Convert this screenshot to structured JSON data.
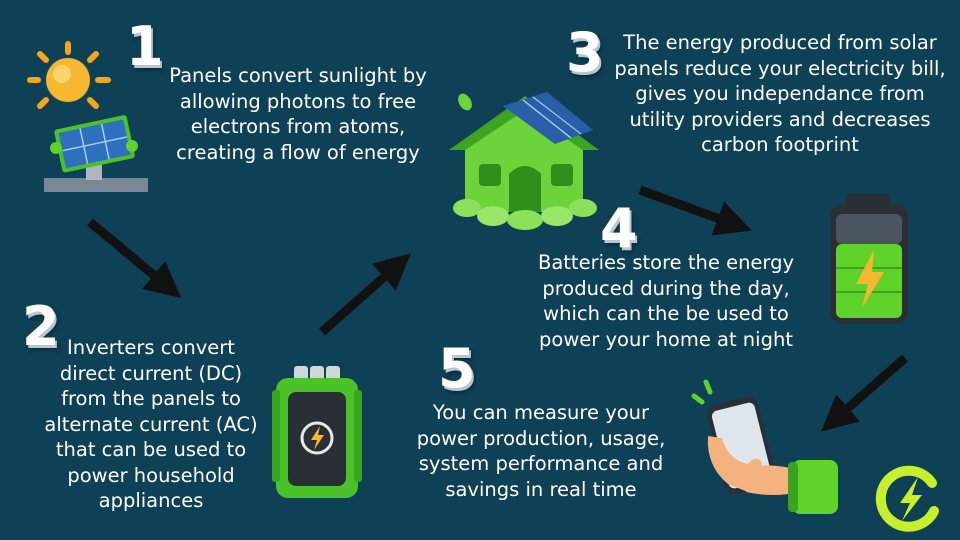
{
  "steps": [
    {
      "number": "1",
      "text": "Panels convert sunlight by allowing photons to free electrons from atoms, creating a flow of energy",
      "icon": "solar-panel-sun-icon"
    },
    {
      "number": "2",
      "text": "Inverters convert direct current (DC) from the panels to alternate current (AC) that can be used to power household appliances",
      "icon": "inverter-icon"
    },
    {
      "number": "3",
      "text": "The energy produced from solar panels reduce your electricity bill, gives you independance from utility providers and decreases carbon footprint",
      "icon": "green-house-icon"
    },
    {
      "number": "4",
      "text": "Batteries store the energy produced during the day, which can the be used to power your home at night",
      "icon": "battery-icon"
    },
    {
      "number": "5",
      "text": "You can measure your power production, usage, system performance and savings in real time",
      "icon": "phone-in-hand-icon"
    }
  ],
  "colors": {
    "background": "#0e4056",
    "text": "#ffffff",
    "accent": "#5fd32a",
    "arrow": "#111111"
  }
}
